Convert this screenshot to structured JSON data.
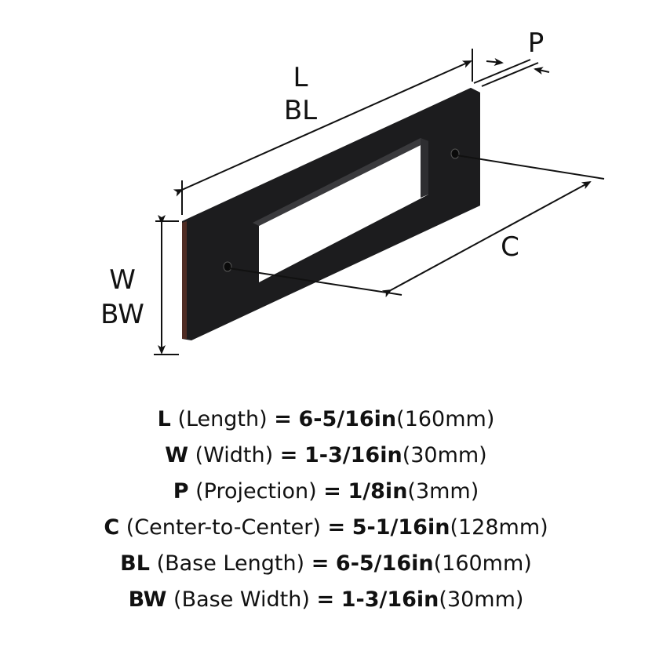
{
  "diagram": {
    "labels": {
      "L": "L",
      "BL": "BL",
      "P": "P",
      "W": "W",
      "BW": "BW",
      "C": "C"
    }
  },
  "specs": [
    {
      "abbr": "L",
      "name": "(Length)",
      "eq": "=",
      "imperial": "6-5/16in",
      "metric": "(160mm)"
    },
    {
      "abbr": "W",
      "name": "(Width)",
      "eq": "=",
      "imperial": "1-3/16in",
      "metric": "(30mm)"
    },
    {
      "abbr": "P",
      "name": "(Projection)",
      "eq": "=",
      "imperial": "1/8in",
      "metric": "(3mm)"
    },
    {
      "abbr": "C",
      "name": "(Center-to-Center)",
      "eq": "=",
      "imperial": "5-1/16in",
      "metric": "(128mm)"
    },
    {
      "abbr": "BL",
      "name": "(Base Length)",
      "eq": "=",
      "imperial": "6-5/16in",
      "metric": "(160mm)"
    },
    {
      "abbr": "BW",
      "name": "(Base Width)",
      "eq": "=",
      "imperial": "1-3/16in",
      "metric": "(30mm)"
    }
  ],
  "colors": {
    "plate_face": "#1c1c1e",
    "plate_edge": "#2b2b2e",
    "plate_highlight": "#7a3b2a",
    "line": "#111111"
  }
}
